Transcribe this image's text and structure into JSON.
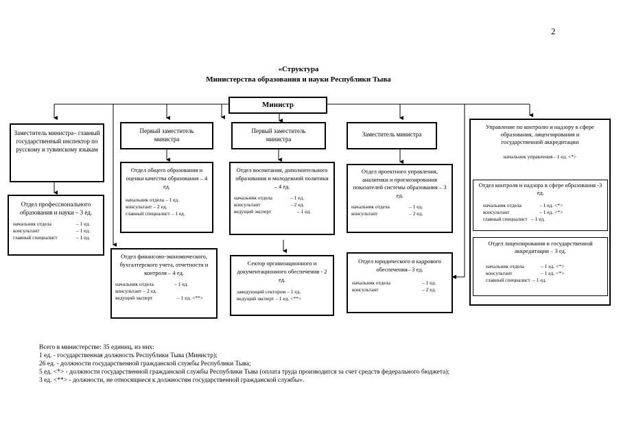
{
  "page_number": "2",
  "title": {
    "line1": "«Структура",
    "line2": "Министерства образования и науки Республики Тыва"
  },
  "minister": "Министр",
  "deputy_language": "Заместитель министра– главный государственный инспектор по русскому и тувинскому языкам",
  "dept_prof": {
    "name": "Отдел профессионального образования и науки – 3 ед.",
    "positions": [
      {
        "name": "начальник отдела",
        "count": "– 1 ед."
      },
      {
        "name": "консультант",
        "count": "– 1 ед."
      },
      {
        "name": "главный специалист",
        "count": "– 1 ед."
      }
    ]
  },
  "first_deputy_1": "Первый заместитель министра",
  "first_deputy_2": "Первый заместитель министра",
  "deputy_2": "Заместитель министра",
  "control_admin": {
    "name": "Управление по контролю и надзору в сфере образования, лицензирования и государственной аккредитации",
    "head": "начальник управления - 1 ед. <*>"
  },
  "dept_general": {
    "name": "Отдел общего образования и оценки качества образования – 4 ед.",
    "positions": [
      "начальник отдела – 1 ед.",
      "консультант – 2 ед.",
      "главный специалист – 1 ед."
    ]
  },
  "dept_upbringing": {
    "name": "Отдел воспитания, дополнительного образования и молодежной политики – 4 ед.",
    "positions": [
      {
        "name": "начальник отдела",
        "count": "– 1 ед."
      },
      {
        "name": "консультант",
        "count": "– 2 ед."
      },
      {
        "name": "ведущий эксперт",
        "count": "– 1 ед."
      }
    ]
  },
  "dept_project": {
    "name": "Отдел проектного управления, аналитики и прогнозирования показателей системы образования – 3 ед.",
    "positions": [
      {
        "name": "начальник отдела",
        "count": "– 1 ед."
      },
      {
        "name": "консультант",
        "count": "– 2 ед."
      }
    ]
  },
  "dept_control": {
    "name": "Отдел контроля и надзора в сфере образования -3 ед.",
    "positions": [
      {
        "name": "начальник отдела",
        "count": "– 1 ед. <*>"
      },
      {
        "name": "консультант",
        "count": "– 1 ед. <*>"
      },
      {
        "name": "главный специалист",
        "count": "– 1 ед."
      }
    ]
  },
  "dept_finance": {
    "name": "Отдел финансово-экономического, бухгалтерского учета, отчетности и контроля – 4 ед.",
    "positions": [
      {
        "name": "начальник отдела",
        "count": "– 1 ед."
      },
      {
        "name": "консультант – 2 ед.",
        "count": ""
      },
      {
        "name": "ведущий эксперт",
        "count": "– 1 ед. <**>"
      }
    ]
  },
  "sector_docs": {
    "name": "Сектор организационного и документационного обеспечения - 2 ед.",
    "positions": [
      "заведующий сектором – 1 ед.",
      "ведущий эксперт – 1 ед. <**>"
    ]
  },
  "dept_legal": {
    "name": "Отдел юридического и кадрового обеспечения– 3 ед.",
    "positions": [
      {
        "name": "начальник отдела",
        "count": "– 1 ед."
      },
      {
        "name": "консультант",
        "count": "– 2 ед."
      }
    ]
  },
  "dept_license": {
    "name": "Отдел лицензирования и государственной аккредитации – 3 ед.",
    "positions": [
      {
        "name": "начальник отдела",
        "count": "– 1 ед. <*>"
      },
      {
        "name": "консультант",
        "count": "– 1 ед. <*>"
      },
      {
        "name": "главный специалист",
        "count": "– 1 ед."
      }
    ]
  },
  "notes": [
    "Всего в министерстве: 35 единиц, из них:",
    "1 ед. - государственная должность Республики Тыва (Министр);",
    "26 ед. - должности государственной гражданской службы Республики Тыва;",
    "5 ед. <*> - должности государственной гражданской службы Республики Тыва (оплата труда производится за счет средств федерального бюджета);",
    "3 ед. <**> - должности, не относящиеся к должностям государственной гражданской службы»."
  ]
}
